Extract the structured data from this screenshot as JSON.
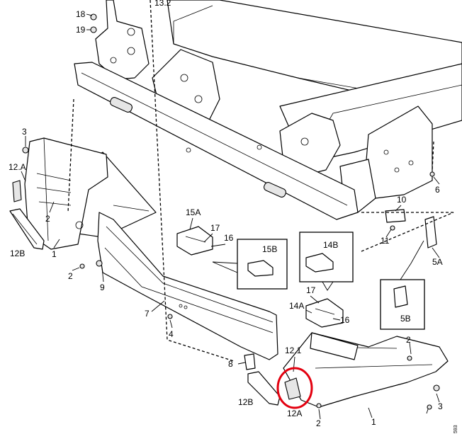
{
  "diagram": {
    "callouts": {
      "c18": "18",
      "c19": "19",
      "c13_2": "13.2",
      "c3_left": "3",
      "c12a_left": "12.A",
      "c2_left_inner": "2",
      "c12b_left": "12B",
      "c1_left": "1",
      "c2_left_lower": "2",
      "c9": "9",
      "c7": "7",
      "c4": "4",
      "c15a": "15A",
      "c17_upper": "17",
      "c16_upper": "16",
      "c15b": "15B",
      "c14b": "14B",
      "c17_lower": "17",
      "c14a": "14A",
      "c16_lower": "16",
      "c10": "10",
      "c11": "11",
      "c6": "6",
      "c5a": "5A",
      "c5b": "5B",
      "c8": "8",
      "c12_1": "12.1",
      "c12b_right": "12B",
      "c12a_right": "12A",
      "c2_right_lower": "2",
      "c1_right": "1",
      "c2_right_upper": "2",
      "c3_right": "3"
    },
    "document_number": "593",
    "highlight_color": "#e3000f"
  }
}
